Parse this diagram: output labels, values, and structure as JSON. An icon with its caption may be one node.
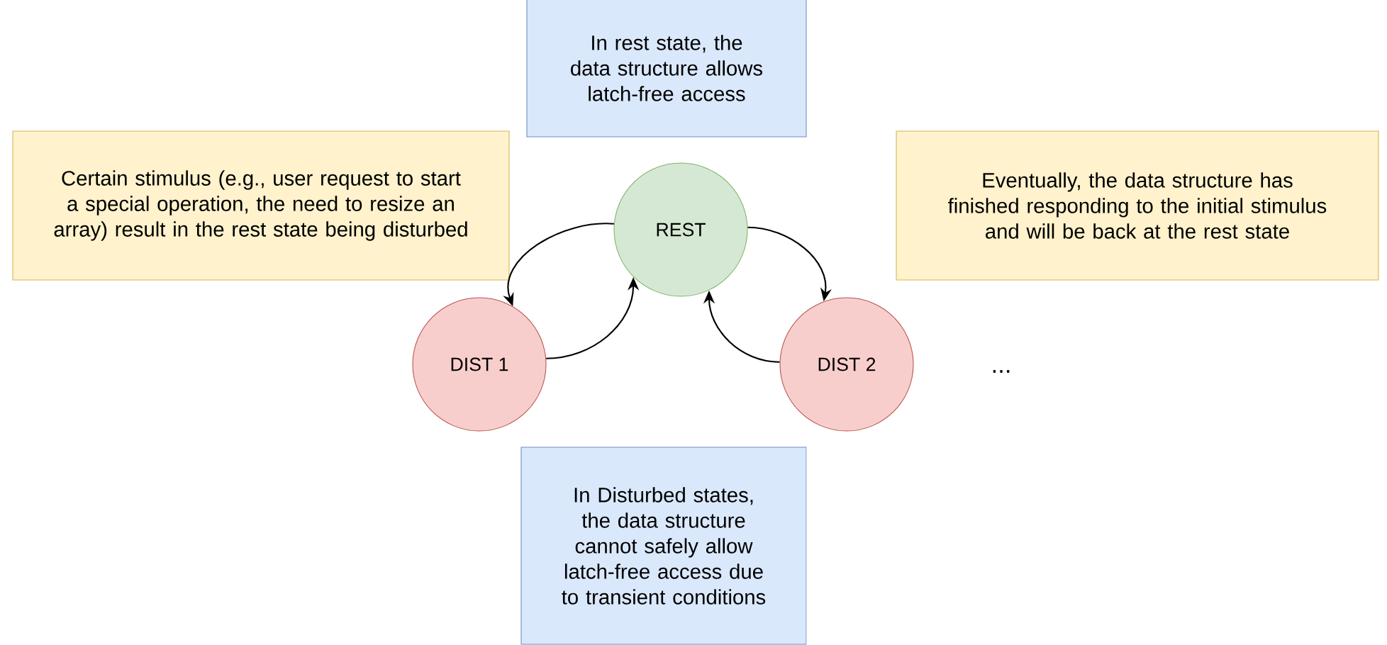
{
  "diagram": {
    "nodes": [
      {
        "text": [
          "In rest state, the data structure allows latch-free access"
        ]
      },
      {
        "text": [
          "Certain stimulus (e.g., user request to start a special operation, the need to resize an array) result in the rest state being disturbed"
        ]
      },
      {
        "text": [
          "REST"
        ]
      },
      {
        "text": [
          "Eventually, the data structure has finished responding to the initial stimulus and will be back at the rest state"
        ]
      },
      {
        "text": [
          "DIST 1"
        ]
      },
      {
        "text": [
          "DIST 2"
        ]
      },
      {
        "text": [
          "In Disturbed states, the data structure cannot safely allow latch-free access due to transient conditions"
        ]
      }
    ],
    "edges": [
      {
        "from": 2,
        "to": 4,
        "arrow": "to"
      },
      {
        "from": 4,
        "to": 2,
        "arrow": "to"
      },
      {
        "from": 2,
        "to": 5,
        "arrow": "to"
      },
      {
        "from": 5,
        "to": 2,
        "arrow": "to"
      }
    ],
    "labels": [
      "..."
    ]
  }
}
